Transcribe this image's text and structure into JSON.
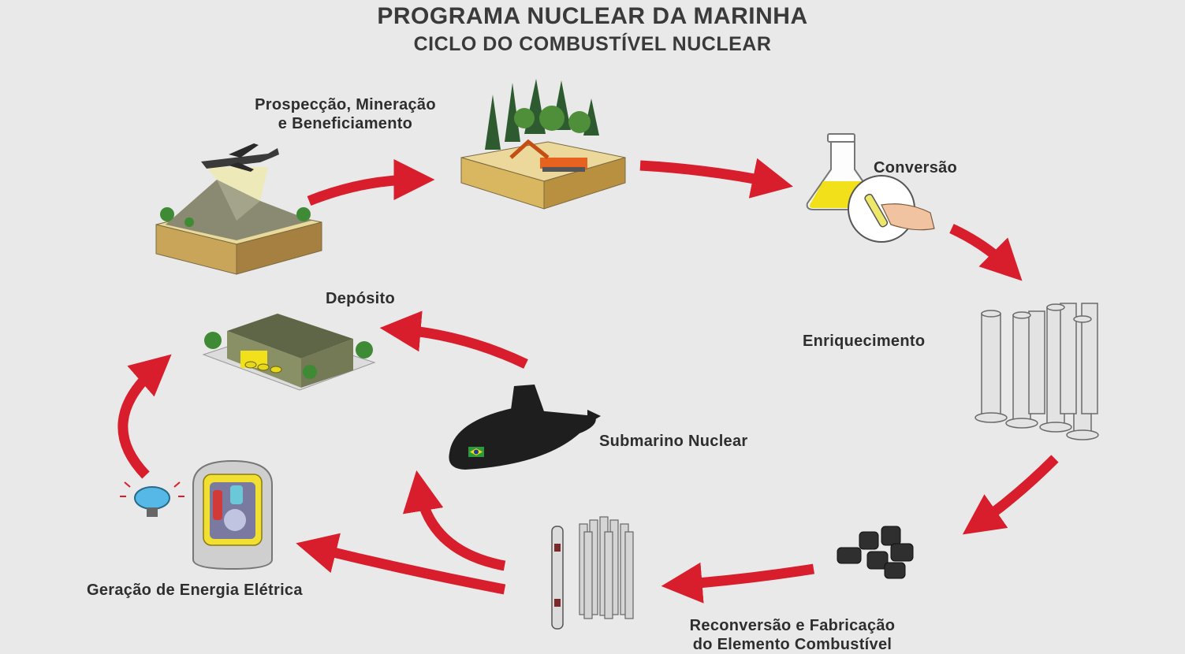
{
  "title": "PROGRAMA NUCLEAR DA MARINHA",
  "subtitle": "CICLO DO COMBUSTÍVEL NUCLEAR",
  "stages": {
    "mining": {
      "line1": "Prospecção, Mineração",
      "line2": "e Beneficiamento"
    },
    "conversion": "Conversão",
    "enrichment": "Enriquecimento",
    "fabrication": {
      "line1": "Reconversão e Fabricação",
      "line2": "do Elemento Combustível"
    },
    "power": "Geração de Energia Elétrica",
    "submarine": "Submarino Nuclear",
    "deposit": "Depósito"
  },
  "colors": {
    "arrow": "#d81e2c",
    "background": "#e9e9e9",
    "text": "#2e2e2e"
  },
  "icons": [
    "airplane-icon",
    "mountain-icon",
    "forest-excavator-icon",
    "flask-icon",
    "hand-test-tube-icon",
    "centrifuges-icon",
    "fuel-pellets-icon",
    "fuel-rods-icon",
    "lightbulb-icon",
    "reactor-icon",
    "submarine-icon",
    "warehouse-icon"
  ]
}
